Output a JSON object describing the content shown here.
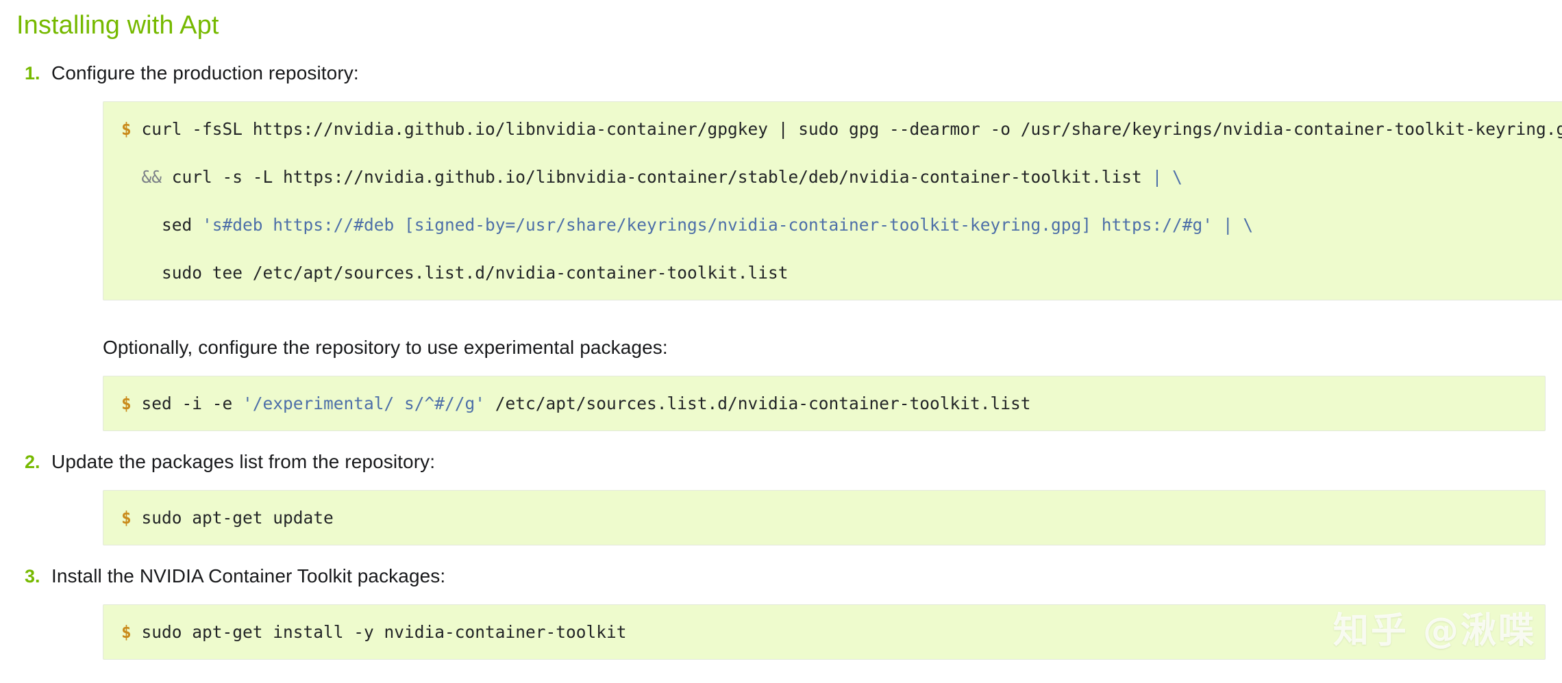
{
  "page": {
    "title": "Installing with Apt",
    "title_color": "#76b900"
  },
  "steps": [
    {
      "number": "1.",
      "text": "Configure the production repository:",
      "code": {
        "prompt": "$",
        "lines": [
          [
            {
              "t": "prompt",
              "v": "$ "
            },
            {
              "t": "plain",
              "v": "curl -fsSL https://nvidia.github.io/libnvidia-container/gpgkey | sudo gpg --dearmor -o /usr/share/keyrings/nvidia-container-toolkit-keyring.gpg "
            }
          ],
          [
            {
              "t": "plain",
              "v": "  "
            },
            {
              "t": "op",
              "v": "&&"
            },
            {
              "t": "plain",
              "v": " curl -s -L https://nvidia.github.io/libnvidia-container/stable/deb/nvidia-container-toolkit.list "
            },
            {
              "t": "cont",
              "v": "| \\"
            }
          ],
          [
            {
              "t": "plain",
              "v": "    sed "
            },
            {
              "t": "str",
              "v": "'s#deb https://#deb [signed-by=/usr/share/keyrings/nvidia-container-toolkit-keyring.gpg] https://#g'"
            },
            {
              "t": "plain",
              "v": " "
            },
            {
              "t": "cont",
              "v": "| \\"
            }
          ],
          [
            {
              "t": "plain",
              "v": "    sudo tee /etc/apt/sources.list.d/nvidia-container-toolkit.list"
            }
          ]
        ]
      }
    },
    {
      "number": "2.",
      "text": "Update the packages list from the repository:",
      "code": {
        "prompt": "$",
        "lines": [
          [
            {
              "t": "prompt",
              "v": "$ "
            },
            {
              "t": "plain",
              "v": "sudo apt-get update"
            }
          ]
        ]
      }
    },
    {
      "number": "3.",
      "text": "Install the NVIDIA Container Toolkit packages:",
      "code": {
        "prompt": "$",
        "lines": [
          [
            {
              "t": "prompt",
              "v": "$ "
            },
            {
              "t": "plain",
              "v": "sudo apt-get install -y nvidia-container-toolkit"
            }
          ]
        ]
      }
    }
  ],
  "optional_note": {
    "text": "Optionally, configure the repository to use experimental packages:",
    "code": {
      "prompt": "$",
      "lines": [
        [
          {
            "t": "prompt",
            "v": "$ "
          },
          {
            "t": "plain",
            "v": "sed -i -e "
          },
          {
            "t": "str",
            "v": "'/experimental/ s/^#//g'"
          },
          {
            "t": "plain",
            "v": " /etc/apt/sources.list.d/nvidia-container-toolkit.list"
          }
        ]
      ]
    }
  },
  "watermark": {
    "text": "知乎 @湫喋"
  },
  "colors": {
    "accent_green": "#76b900",
    "code_background": "#eefbcd",
    "code_border": "#e3e9dc",
    "prompt": "#c98a1b",
    "string": "#4d6fa8",
    "operator": "#7a7f87",
    "text": "#17181a"
  }
}
